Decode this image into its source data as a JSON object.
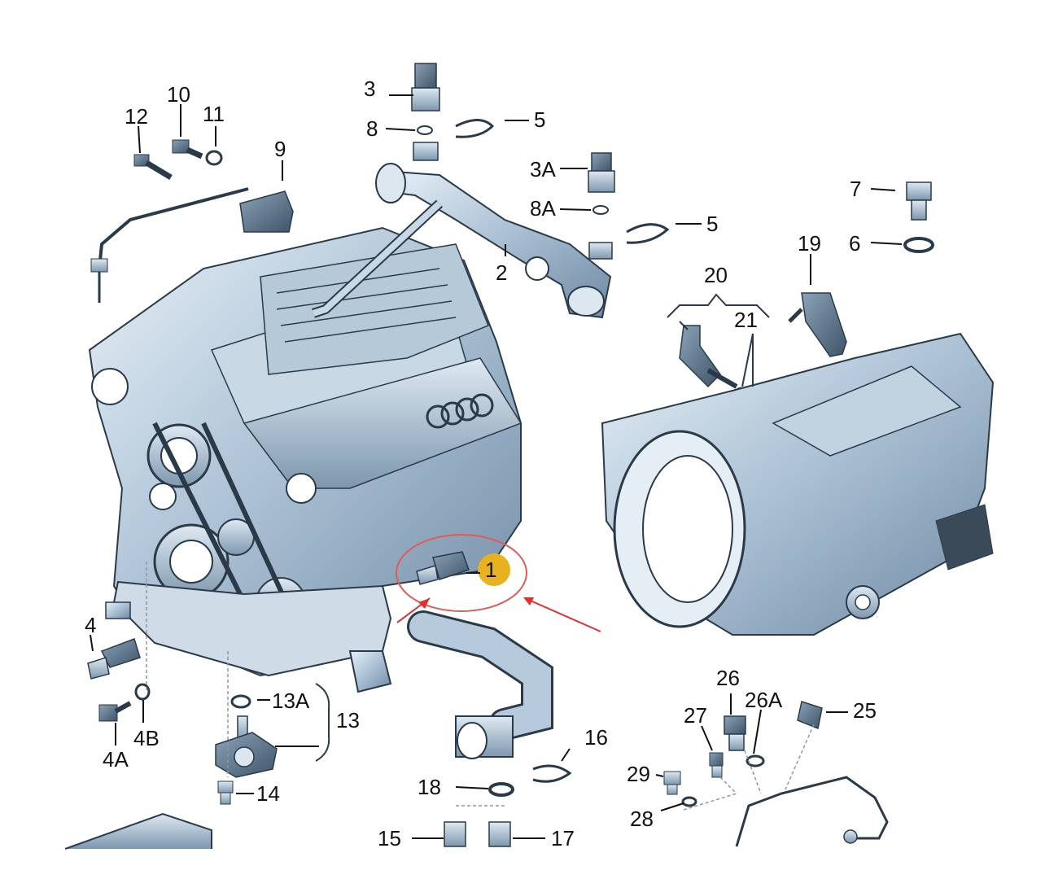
{
  "diagram": {
    "engine_logo": "OOOO",
    "highlighted_part": "1",
    "labels": [
      {
        "id": "l-3",
        "text": "3"
      },
      {
        "id": "l-8",
        "text": "8"
      },
      {
        "id": "l-5a",
        "text": "5"
      },
      {
        "id": "l-10",
        "text": "10"
      },
      {
        "id": "l-11",
        "text": "11"
      },
      {
        "id": "l-12",
        "text": "12"
      },
      {
        "id": "l-9",
        "text": "9"
      },
      {
        "id": "l-3A",
        "text": "3A"
      },
      {
        "id": "l-8A",
        "text": "8A"
      },
      {
        "id": "l-5b",
        "text": "5"
      },
      {
        "id": "l-2",
        "text": "2"
      },
      {
        "id": "l-7",
        "text": "7"
      },
      {
        "id": "l-19",
        "text": "19"
      },
      {
        "id": "l-6",
        "text": "6"
      },
      {
        "id": "l-20",
        "text": "20"
      },
      {
        "id": "l-21",
        "text": "21"
      },
      {
        "id": "l-4",
        "text": "4"
      },
      {
        "id": "l-4A",
        "text": "4A"
      },
      {
        "id": "l-4B",
        "text": "4B"
      },
      {
        "id": "l-13A",
        "text": "13A"
      },
      {
        "id": "l-13",
        "text": "13"
      },
      {
        "id": "l-14",
        "text": "14"
      },
      {
        "id": "l-16",
        "text": "16"
      },
      {
        "id": "l-18",
        "text": "18"
      },
      {
        "id": "l-15",
        "text": "15"
      },
      {
        "id": "l-17",
        "text": "17"
      },
      {
        "id": "l-26",
        "text": "26"
      },
      {
        "id": "l-27",
        "text": "27"
      },
      {
        "id": "l-26A",
        "text": "26A"
      },
      {
        "id": "l-25",
        "text": "25"
      },
      {
        "id": "l-29",
        "text": "29"
      },
      {
        "id": "l-28",
        "text": "28"
      }
    ]
  }
}
